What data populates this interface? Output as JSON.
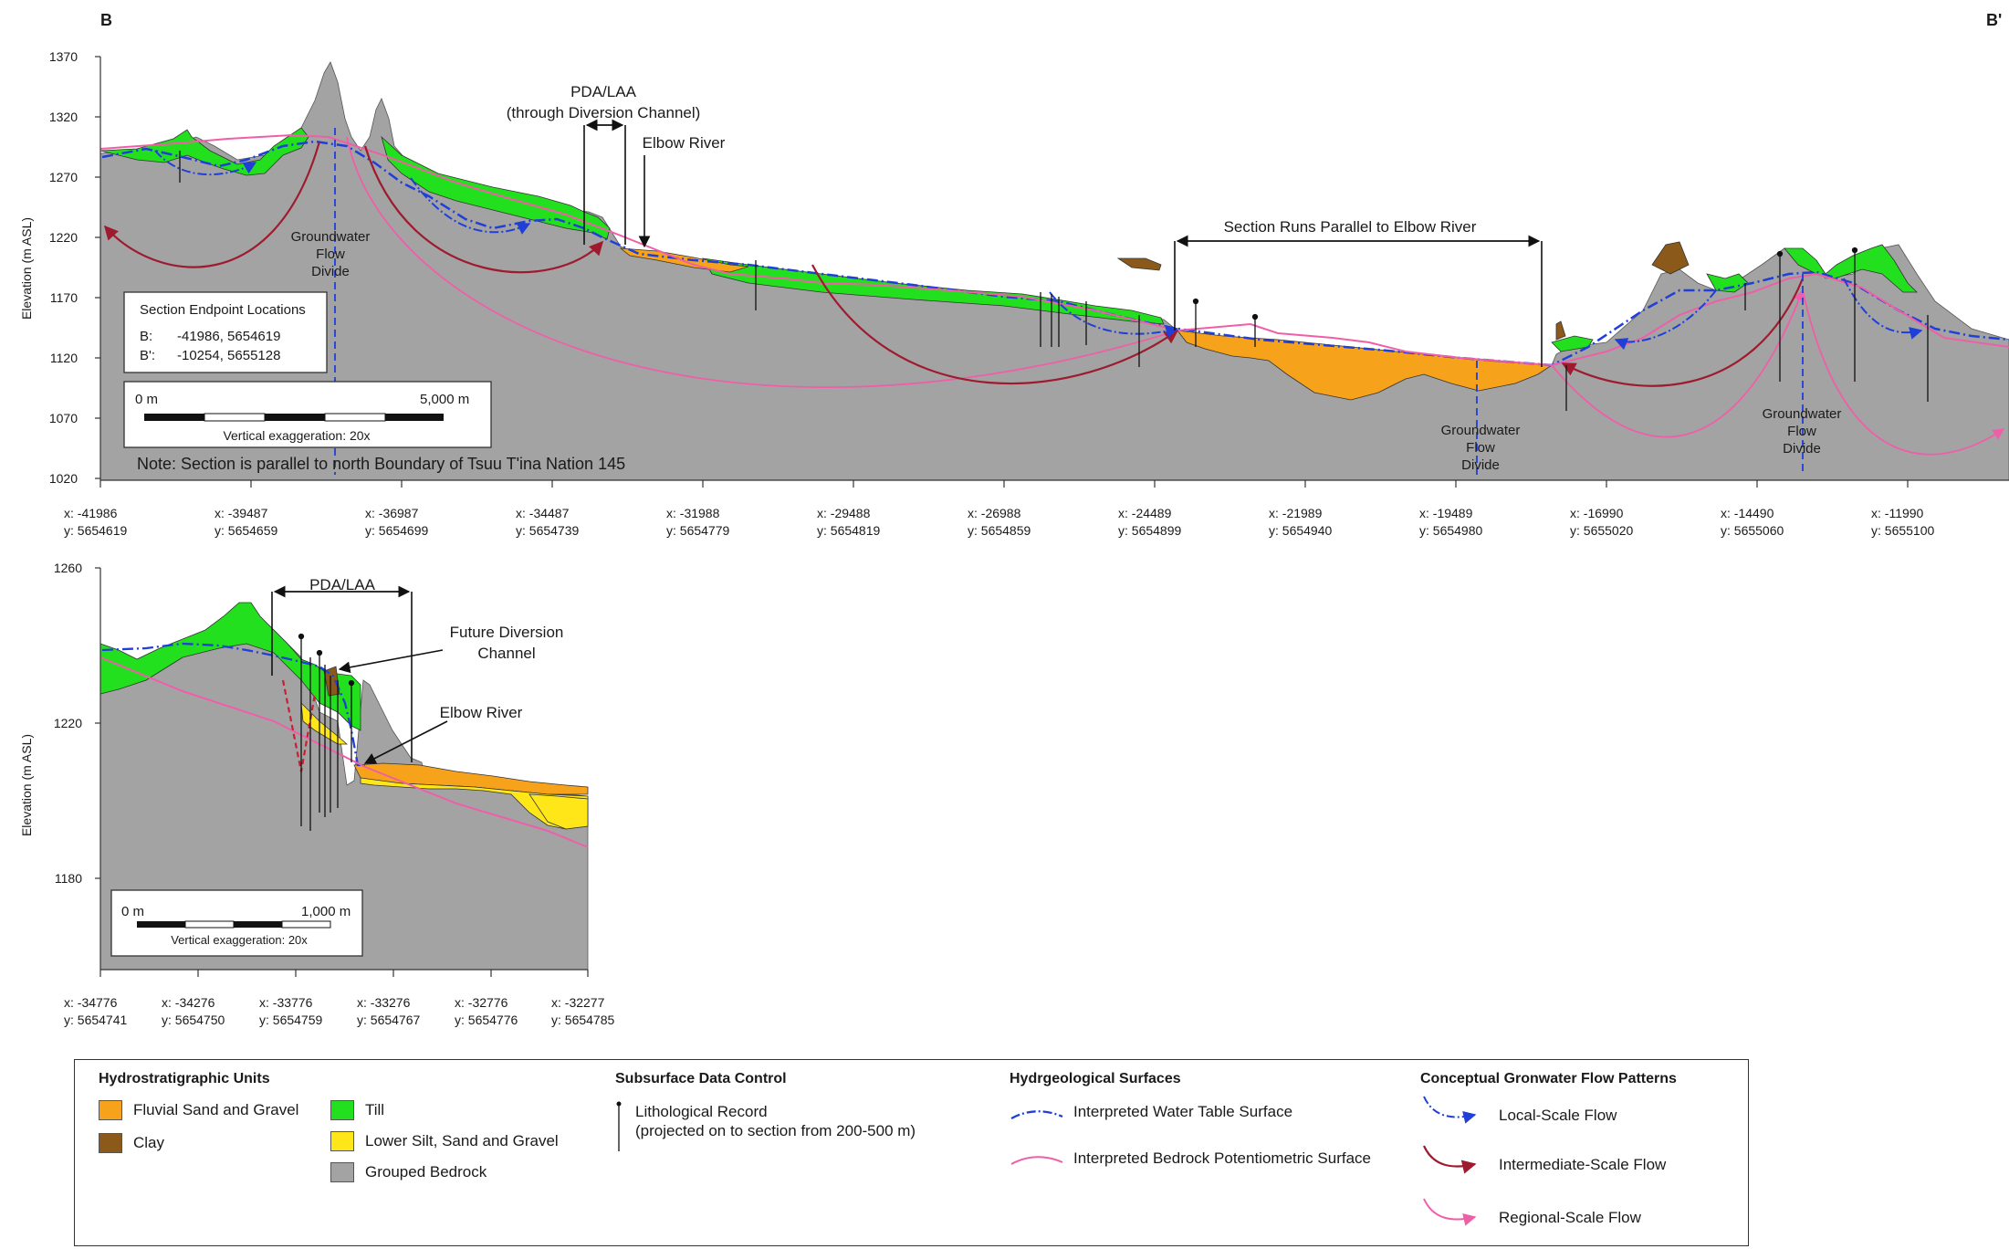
{
  "top_section": {
    "label_left": "B",
    "label_right": "B'",
    "ylabel": "Elevation  (m ASL)",
    "yticks": [
      "1370",
      "1320",
      "1270",
      "1220",
      "1170",
      "1120",
      "1070",
      "1020"
    ],
    "xticks": [
      {
        "x": "x: -41986",
        "y": "y: 5654619"
      },
      {
        "x": "x: -39487",
        "y": "y: 5654659"
      },
      {
        "x": "x: -36987",
        "y": "y: 5654699"
      },
      {
        "x": "x: -34487",
        "y": "y: 5654739"
      },
      {
        "x": "x: -31988",
        "y": "y: 5654779"
      },
      {
        "x": "x: -29488",
        "y": "y: 5654819"
      },
      {
        "x": "x: -26988",
        "y": "y: 5654859"
      },
      {
        "x": "x: -24489",
        "y": "y: 5654899"
      },
      {
        "x": "x: -21989",
        "y": "y: 5654940"
      },
      {
        "x": "x: -19489",
        "y": "y: 5654980"
      },
      {
        "x": "x: -16990",
        "y": "y: 5655020"
      },
      {
        "x": "x: -14490",
        "y": "y: 5655060"
      },
      {
        "x": "x: -11990",
        "y": "y: 5655100"
      }
    ],
    "annotations": {
      "pda_line1": "PDA/LAA",
      "pda_line2": "(through Diversion Channel)",
      "elbow_river": "Elbow River",
      "parallel": "Section Runs Parallel to Elbow River",
      "divide_l1": "Groundwater",
      "divide_l2": "Flow",
      "divide_l3": "Divide"
    },
    "endpoints": {
      "title": "Section Endpoint Locations",
      "b_label": "B:",
      "b_value": "-41986, 5654619",
      "bp_label": "B':",
      "bp_value": "-10254, 5655128"
    },
    "scale": {
      "start": "0 m",
      "end": "5,000 m",
      "exaggeration": "Vertical exaggeration: 20x"
    },
    "note": "Note: Section is parallel to north Boundary of Tsuu T'ina Nation 145"
  },
  "inset_section": {
    "ylabel": "Elevation  (m ASL)",
    "yticks": [
      "1260",
      "1220",
      "1180"
    ],
    "xticks": [
      {
        "x": "x: -34776",
        "y": "y: 5654741"
      },
      {
        "x": "x: -34276",
        "y": "y: 5654750"
      },
      {
        "x": "x: -33776",
        "y": "y: 5654759"
      },
      {
        "x": "x: -33276",
        "y": "y: 5654767"
      },
      {
        "x": "x: -32776",
        "y": "y: 5654776"
      },
      {
        "x": "x: -32277",
        "y": "y: 5654785"
      }
    ],
    "annotations": {
      "pda": "PDA/LAA",
      "future_l1": "Future Diversion",
      "future_l2": "Channel",
      "elbow_river": "Elbow River"
    },
    "scale": {
      "start": "0 m",
      "end": "1,000 m",
      "exaggeration": "Vertical exaggeration: 20x"
    }
  },
  "legend": {
    "units_title": "Hydrostratigraphic Units",
    "units": [
      {
        "label": "Fluvial Sand and Gravel",
        "color": "#f7a21b"
      },
      {
        "label": "Clay",
        "color": "#8b5a1a"
      },
      {
        "label": "Till",
        "color": "#22e01e"
      },
      {
        "label": "Lower Silt, Sand and Gravel",
        "color": "#ffe619"
      },
      {
        "label": "Grouped Bedrock",
        "color": "#a3a3a3"
      }
    ],
    "control_title": "Subsurface Data Control",
    "control_l1": "Lithological Record",
    "control_l2": "(projected on to section from 200-500 m)",
    "surfaces_title": "Hydrgeological Surfaces",
    "surfaces": [
      {
        "label": "Interpreted Water Table Surface",
        "color": "#1f3fd8"
      },
      {
        "label": "Interpreted Bedrock Potentiometric Surface",
        "color": "#ef5fa8"
      }
    ],
    "flow_title": "Conceptual Gronwater Flow Patterns",
    "flows": [
      {
        "label": "Local-Scale Flow",
        "color": "#1f3fd8"
      },
      {
        "label": "Intermediate-Scale Flow",
        "color": "#9e1b2f"
      },
      {
        "label": "Regional-Scale Flow",
        "color": "#ef5fa8"
      }
    ]
  }
}
